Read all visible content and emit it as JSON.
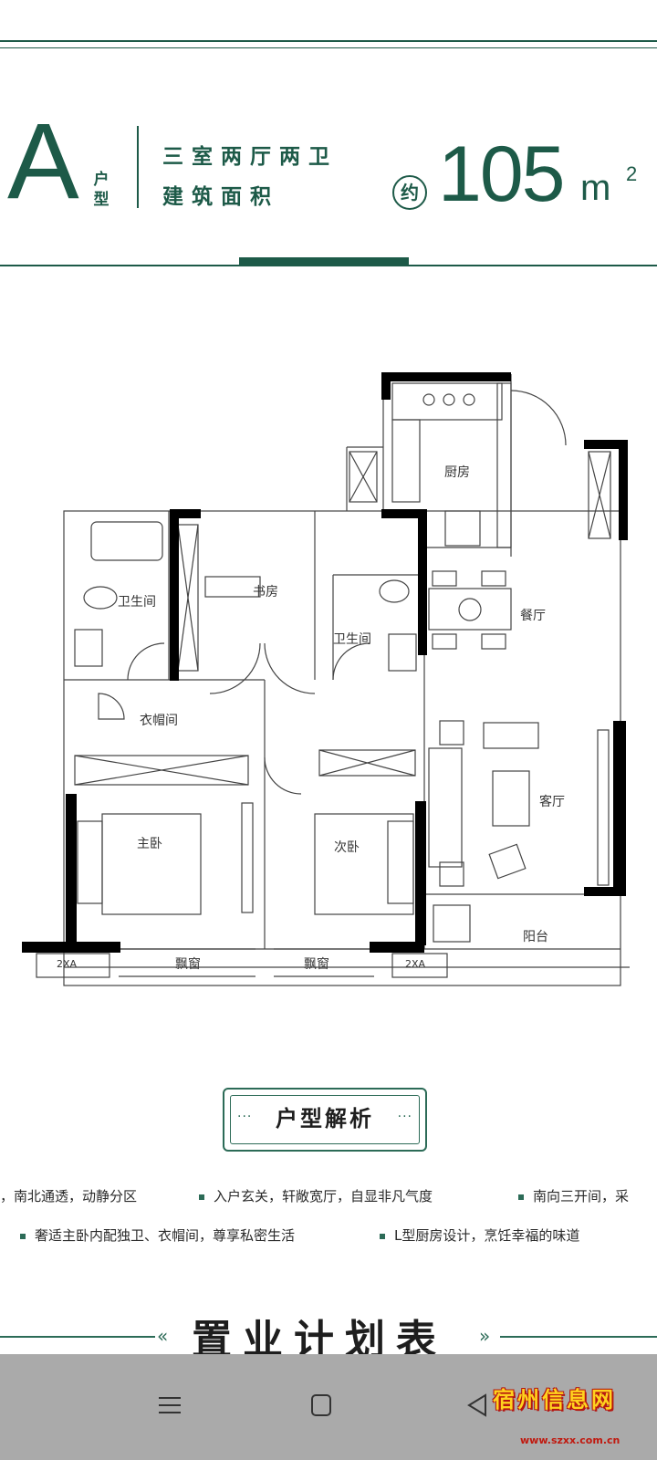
{
  "header": {
    "letter": "A",
    "huxing": "户型",
    "rooms": "三室两厅两卫",
    "area_label": "建筑面积",
    "approx": "约",
    "area_value": "105",
    "area_unit": "m",
    "area_sup": "2"
  },
  "floorplan": {
    "rooms": {
      "kitchen": "厨房",
      "study": "书房",
      "bath_left": "卫生间",
      "bath_mid": "卫生间",
      "dining": "餐厅",
      "closet": "衣帽间",
      "living": "客厅",
      "master": "主卧",
      "second": "次卧",
      "balcony": "阳台",
      "bay_left": "飘窗",
      "bay_right": "飘窗",
      "ac_left": "2XA",
      "ac_right": "2XA"
    }
  },
  "analysis": {
    "title": "户型解析",
    "dots": "···",
    "features": [
      "，南北通透，动静分区",
      "入户玄关，轩敞宽厅，自显非凡气度",
      "南向三开间，采",
      "奢适主卧内配独卫、衣帽间，尊享私密生活",
      "L型厨房设计，烹饪幸福的味道"
    ]
  },
  "plan_table": {
    "title": "置业计划表",
    "left_chevron": "«",
    "right_chevron": "»"
  },
  "watermark": {
    "text": "宿州信息网",
    "url": "www.szxx.com.cn"
  },
  "colors": {
    "brand_green": "#1d5a48",
    "wall": "#000000",
    "navbar": "#aaaaaa"
  }
}
